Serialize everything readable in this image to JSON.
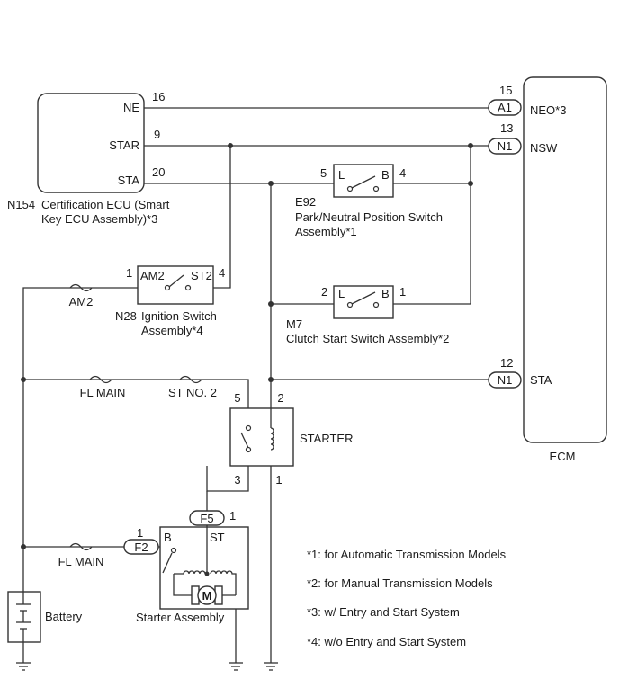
{
  "cert_ecu": {
    "id": "N154",
    "name_line1": "Certification ECU (Smart",
    "name_line2": "Key ECU Assembly)*3",
    "pin_ne": "NE",
    "pin_ne_no": "16",
    "pin_star": "STAR",
    "pin_star_no": "9",
    "pin_sta": "STA",
    "pin_sta_no": "20"
  },
  "ecm": {
    "name": "ECM",
    "pins": [
      {
        "no": "15",
        "conn": "A1",
        "label": "NEO*3"
      },
      {
        "no": "13",
        "conn": "N1",
        "label": "NSW"
      },
      {
        "no": "12",
        "conn": "N1",
        "label": "STA"
      }
    ]
  },
  "park_switch": {
    "id": "E92",
    "name_line1": "Park/Neutral Position Switch",
    "name_line2": "Assembly*1",
    "pin_left": "5",
    "pin_right": "4",
    "term_l": "L",
    "term_b": "B"
  },
  "clutch_switch": {
    "id": "M7",
    "name": "Clutch Start Switch Assembly*2",
    "pin_left": "2",
    "pin_right": "1",
    "term_l": "L",
    "term_b": "B"
  },
  "ign_switch": {
    "id": "N28",
    "name_line1": "Ignition Switch",
    "name_line2": "Assembly*4",
    "term_am2": "AM2",
    "term_st2": "ST2",
    "pin_left": "1",
    "pin_right": "4"
  },
  "fuses": {
    "am2": "AM2",
    "fl_main_1": "FL MAIN",
    "st_no2": "ST NO. 2",
    "fl_main_2": "FL MAIN"
  },
  "starter_relay": {
    "name": "STARTER",
    "pin5": "5",
    "pin2": "2",
    "pin3": "3",
    "pin1": "1"
  },
  "starter_assembly": {
    "name": "Starter Assembly",
    "term_b": "B",
    "term_st": "ST",
    "conn_f5": "F5",
    "conn_f5_pin": "1",
    "conn_f2": "F2",
    "conn_f2_pin": "1",
    "motor": "M"
  },
  "battery": {
    "name": "Battery"
  },
  "notes": [
    "*1: for Automatic Transmission Models",
    "*2: for Manual Transmission Models",
    "*3: w/ Entry and Start System",
    "*4: w/o Entry and Start System"
  ]
}
